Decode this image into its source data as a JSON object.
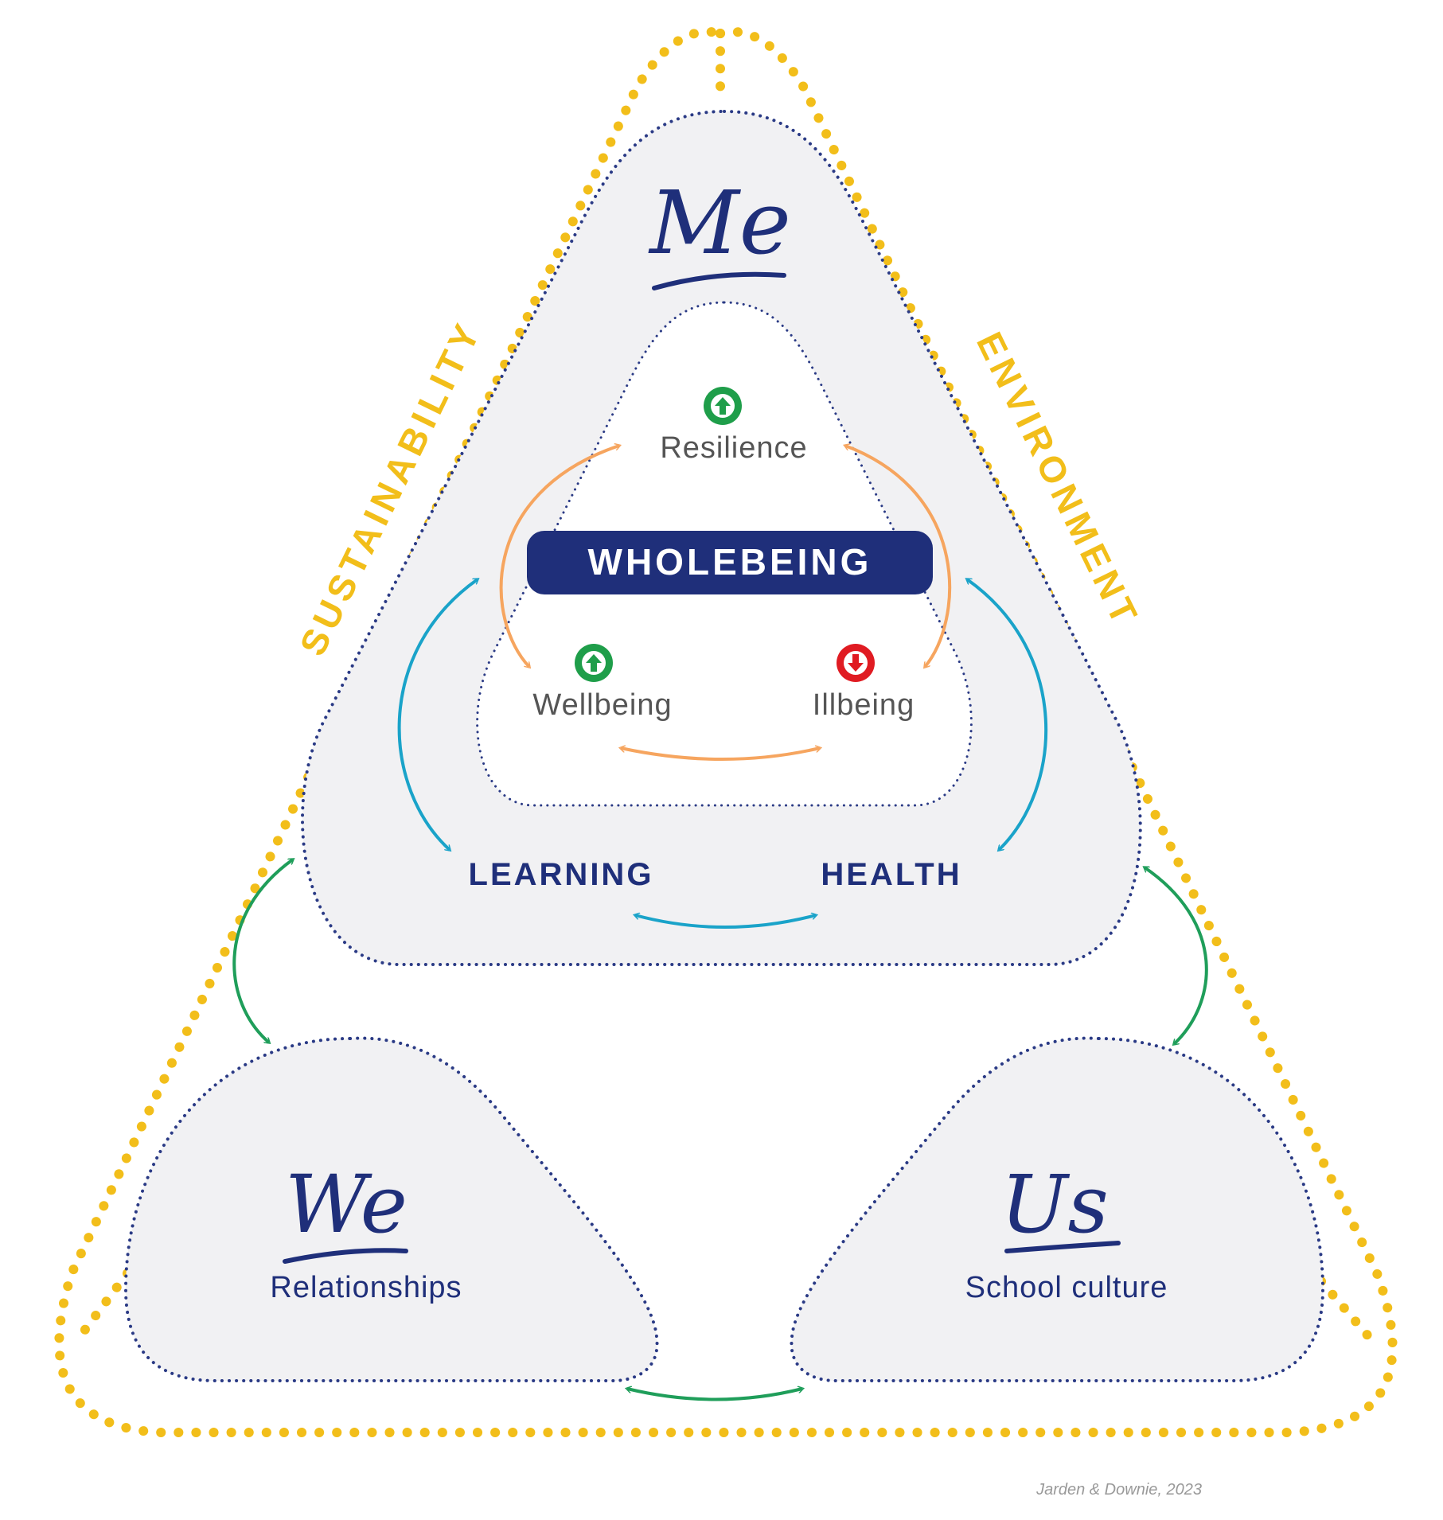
{
  "outer_labels": {
    "left": "SUSTAINABILITY",
    "right": "ENVIRONMENT"
  },
  "me": {
    "title": "Me",
    "center_label": "WHOLEBEING",
    "resilience": "Resilience",
    "wellbeing": "Wellbeing",
    "illbeing": "Illbeing",
    "learning": "LEARNING",
    "health": "HEALTH"
  },
  "we": {
    "title": "We",
    "subtitle": "Relationships"
  },
  "us": {
    "title": "Us",
    "subtitle": "School culture"
  },
  "credit": "Jarden & Downie, 2023",
  "icons": {
    "resilience": "arrow-up-circle-icon",
    "wellbeing": "arrow-up-circle-icon",
    "illbeing": "arrow-down-circle-icon"
  },
  "colors": {
    "navy": "#1f2f7a",
    "dots": "#2a3a85",
    "yellow": "#f2be1a",
    "orange": "#f6a55f",
    "teal": "#1aa3c9",
    "green": "#1f9e5a",
    "up_icon": "#1f9e4a",
    "down_icon": "#e01b22",
    "shape_fill": "#f1f1f3",
    "text_gray": "#555555"
  }
}
